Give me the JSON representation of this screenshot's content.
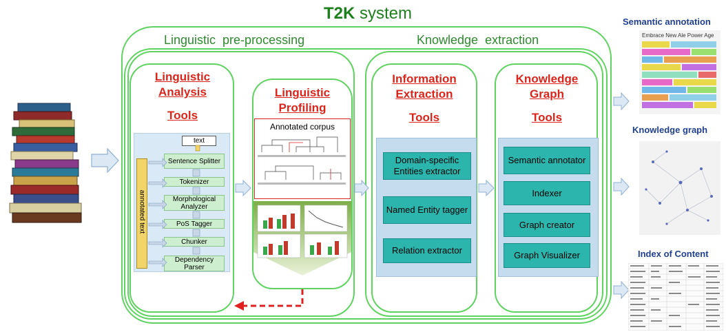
{
  "title": {
    "bold": "T2K",
    "rest": " system"
  },
  "sections": {
    "pre": "Linguistic  pre-processing",
    "ke": "Knowledge  extraction"
  },
  "analysis": {
    "title1": "Linguistic",
    "title2": "Analysis",
    "title3": "Tools",
    "input": "text",
    "side_label": "annotated text",
    "steps": [
      "Sentence Splitter",
      "Tokenizer",
      "Morphological Analyzer",
      "PoS Tagger",
      "Chunker",
      "Dependency Parser"
    ]
  },
  "profiling": {
    "title1": "Linguistic",
    "title2": "Profiling",
    "corpus_label": "Annotated corpus"
  },
  "ie": {
    "title1": "Information",
    "title2": "Extraction",
    "title3": "Tools",
    "tools": [
      "Domain-specific Entities extractor",
      "Named Entity tagger",
      "Relation extractor"
    ]
  },
  "kg": {
    "title1": "Knowledge",
    "title2": "Graph",
    "title3": "Tools",
    "tools": [
      "Semantic annotator",
      "Indexer",
      "Graph creator",
      "Graph Visualizer"
    ]
  },
  "outputs": {
    "semantic": "Semantic annotation",
    "graph": "Knowledge graph",
    "index": "Index of Content",
    "semantic_text": "Embrace New Ale Power Age"
  },
  "colors": {
    "green_border": "#5fd35f",
    "tool_title": "#d9261c",
    "teal": "#2bb5ad",
    "panel_blue": "#c5dcee",
    "right_title": "#1f3f8f"
  }
}
